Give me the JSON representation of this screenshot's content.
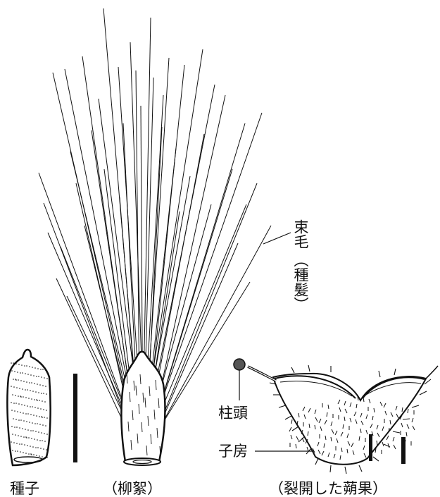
{
  "labels": {
    "seed": "種子",
    "willow_catkin": "（柳絮）",
    "tuft": "束毛",
    "tuft_alt": "（種髪）",
    "stigma": "柱頭",
    "ovary": "子房",
    "dehisced_capsule": "（裂開した蒴果）"
  },
  "colors": {
    "ink": "#111111",
    "paper": "#ffffff"
  }
}
